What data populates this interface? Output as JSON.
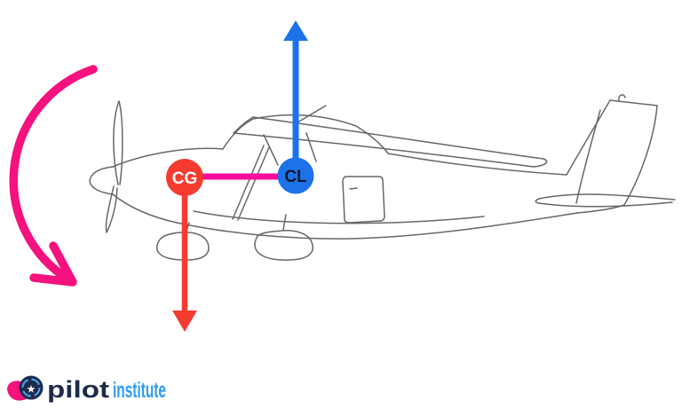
{
  "diagram": {
    "markers": {
      "cg": {
        "label": "CG",
        "color": "#f43b30",
        "text_color": "#ffffff"
      },
      "cl": {
        "label": "CL",
        "color": "#1e72e9",
        "text_color": "#10182b"
      }
    },
    "arrows": {
      "lift": {
        "color": "#1e72e9",
        "direction": "up"
      },
      "weight": {
        "color": "#f43b30",
        "direction": "down"
      },
      "moment_arc": {
        "color": "#f5117e",
        "direction": "down-forward"
      },
      "cg_cl_link": {
        "color": "#fb0b9b"
      }
    },
    "plane": {
      "stroke": "#4d4d4d"
    }
  },
  "logo": {
    "part1": "pilot",
    "part2": "institute",
    "part1_color": "#1d2b4a",
    "part2_color": "#2f9cf6",
    "badge_color": "#1d2b4a",
    "badge_ring_color": "#4aa3f7",
    "wing_color": "#f5117e",
    "star": "★",
    "star_color": "#ffffff"
  }
}
